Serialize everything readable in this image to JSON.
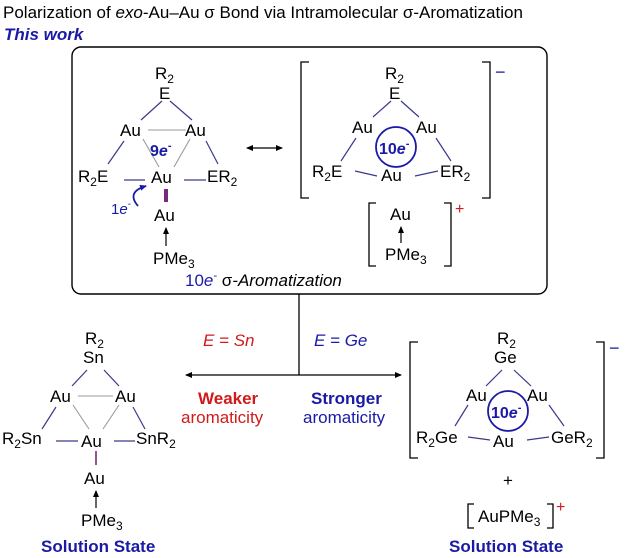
{
  "header": {
    "title_prefix": "Polarization of ",
    "title_italic": "exo",
    "title_suffix": "-Au–Au σ Bond via Intramolecular σ-Aromatization",
    "subtitle": "This work"
  },
  "top_panel": {
    "left": {
      "apex_r": "R",
      "apex_sub": "2",
      "apex_e": "E",
      "au_left": "Au",
      "au_right": "Au",
      "electron_num": "9",
      "electron_e": "e",
      "electron_sup": "-",
      "corner_left": "R",
      "corner_left_sub": "2",
      "corner_left_e": "E",
      "au_center": "Au",
      "corner_right_e": "ER",
      "corner_right_sub": "2",
      "transfer_num": "1",
      "transfer_e": "e",
      "transfer_sup": "-",
      "au_lower": "Au",
      "pme": "PMe",
      "pme_sub": "3"
    },
    "right": {
      "apex_r": "R",
      "apex_sub": "2",
      "apex_e": "E",
      "au_left": "Au",
      "au_right": "Au",
      "electron_num": "10",
      "electron_e": "e",
      "electron_sup": "-",
      "corner_left": "R",
      "corner_left_sub": "2",
      "corner_left_e": "E",
      "au_center": "Au",
      "corner_right_e": "ER",
      "corner_right_sub": "2",
      "charge": "−",
      "cation_au": "Au",
      "cation_pme": "PMe",
      "cation_pme_sub": "3",
      "cation_charge": "+"
    },
    "caption_num": "10",
    "caption_e": "e",
    "caption_sup": "-",
    "caption_sigma": " σ",
    "caption_rest": "-Aromatization"
  },
  "branch_left": {
    "condition": "E = Sn",
    "strength": "Weaker",
    "aromaticity": "aromaticity"
  },
  "branch_right": {
    "condition": "E = Ge",
    "strength": "Stronger",
    "aromaticity": "aromaticity"
  },
  "product_sn": {
    "apex_r": "R",
    "apex_sub": "2",
    "apex_e": "Sn",
    "au_left": "Au",
    "au_right": "Au",
    "corner_left": "R",
    "corner_left_sub": "2",
    "corner_left_e": "Sn",
    "au_center": "Au",
    "corner_right_e": "SnR",
    "corner_right_sub": "2",
    "au_lower": "Au",
    "pme": "PMe",
    "pme_sub": "3",
    "state": "Solution State"
  },
  "product_ge": {
    "apex_r": "R",
    "apex_sub": "2",
    "apex_e": "Ge",
    "au_left": "Au",
    "au_right": "Au",
    "electron_num": "10",
    "electron_e": "e",
    "electron_sup": "-",
    "corner_left": "R",
    "corner_left_sub": "2",
    "corner_left_e": "Ge",
    "au_center": "Au",
    "corner_right_e": "GeR",
    "corner_right_sub": "2",
    "charge": "−",
    "plus": "+",
    "cation": "AuPMe",
    "cation_sub": "3",
    "cation_charge": "+",
    "state": "Solution State"
  },
  "colors": {
    "blue": "#1a1aa6",
    "red": "#d11a1a",
    "purple": "#7a2a7a",
    "line": "#3a3a8a",
    "grey": "#9a9a9a"
  }
}
